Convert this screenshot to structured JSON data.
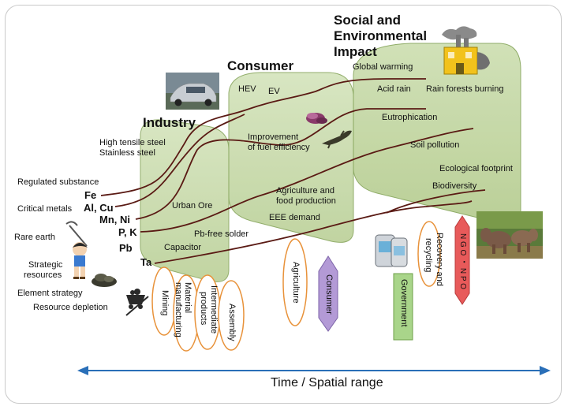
{
  "phases": {
    "social_line1": "Social and",
    "social_line2": "Environmental",
    "social_line3": "Impact",
    "consumer": "Consumer",
    "industry": "Industry"
  },
  "left_labels": {
    "high_tensile_steel": "High tensile steel",
    "stainless_steel": "Stainless steel",
    "regulated_substance": "Regulated substance",
    "critical_metals": "Critical metals",
    "rare_earth": "Rare earth",
    "strategic_resources_1": "Strategic",
    "strategic_resources_2": "resources",
    "element_strategy": "Element strategy",
    "resource_depletion": "Resource depletion"
  },
  "elements": {
    "fe": "Fe",
    "al_cu": "Al, Cu",
    "mn_ni": "Mn, Ni",
    "p_k": "P, K",
    "pb": "Pb",
    "ta": "Ta"
  },
  "industry_labels": {
    "urban_ore": "Urban Ore",
    "pb_free_solder": "Pb-free solder",
    "capacitor": "Capacitor"
  },
  "consumer_labels": {
    "hev": "HEV",
    "ev": "EV",
    "fuel_1": "Improvement",
    "fuel_2": "of fuel efficiency",
    "agri_1": "Agriculture and",
    "agri_2": "food production",
    "eee": "EEE demand"
  },
  "impact_labels": {
    "global_warming": "Global warming",
    "acid_rain": "Acid rain",
    "rain_forests": "Rain forests burning",
    "eutrophication": "Eutrophication",
    "soil_pollution": "Soil pollution",
    "ecological_footprint": "Ecological footprint",
    "biodiversity": "Biodiversity"
  },
  "actors": {
    "mining": "Mining",
    "material_1": "Material",
    "material_2": "manufacturing",
    "intermediate_1": "Intermediate",
    "intermediate_2": "products",
    "assembly": "Assembly",
    "agriculture": "Agriculture",
    "consumer": "Consumer",
    "government": "Government",
    "recovery_1": "Recovery and",
    "recovery_2": "recycling",
    "ngo": "N G O ・ N P O"
  },
  "axis": {
    "label": "Time / Spatial range"
  },
  "colors": {
    "panel_fill": "#c6d8a8",
    "panel_stroke": "#8aa860",
    "curve": "#5a1a14",
    "actor_oval": "#e8923a",
    "consumer_box": "#b39ad6",
    "government_box": "#8ec26a",
    "ngo_box": "#e85a5a",
    "axis_arrow": "#2a6fb8"
  },
  "icons": [
    "car-photo",
    "miner-illustration",
    "ore-pile-icon",
    "mine-cart-icon",
    "bamboo-icon",
    "lizard-icon",
    "factory-icon",
    "mobile-phone-icon",
    "elephant-photo"
  ]
}
